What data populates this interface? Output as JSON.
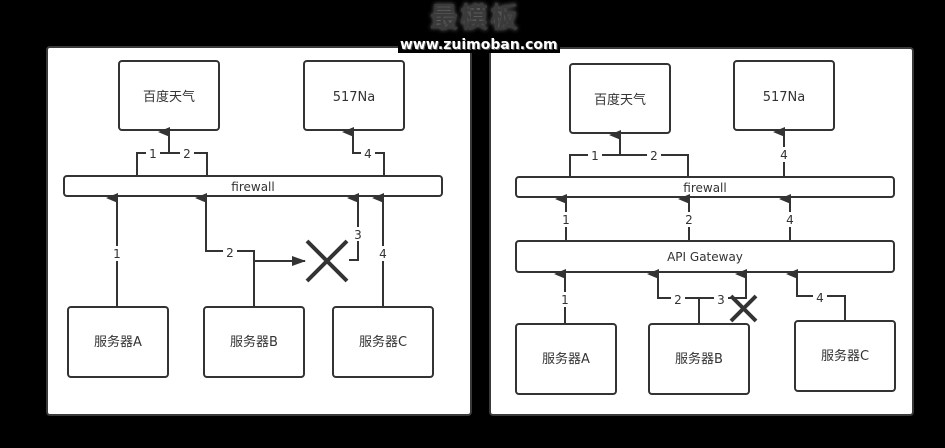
{
  "watermark": {
    "title": "最模板",
    "url": "www.zuimoban.com"
  },
  "left_diagram": {
    "targets": [
      "百度天气",
      "517Na"
    ],
    "firewall": "firewall",
    "servers": [
      "服务器A",
      "服务器B",
      "服务器C"
    ],
    "edge_labels": {
      "a_to_fw": "1",
      "b_to_fw": "2",
      "b_blocked": "3",
      "c_to_fw": "4",
      "fw_to_baidu_1": "1",
      "fw_to_baidu_2": "2",
      "fw_to_517": "4"
    }
  },
  "right_diagram": {
    "targets": [
      "百度天气",
      "517Na"
    ],
    "firewall": "firewall",
    "gateway": "API Gateway",
    "servers": [
      "服务器A",
      "服务器B",
      "服务器C"
    ],
    "edge_labels": {
      "a_to_gw": "1",
      "b_to_gw": "2",
      "b_blocked": "3",
      "c_to_gw": "4",
      "gw_to_fw_1": "1",
      "gw_to_fw_2": "2",
      "gw_to_fw_4": "4",
      "fw_to_baidu_1": "1",
      "fw_to_baidu_2": "2",
      "fw_to_517": "4"
    }
  },
  "colors": {
    "stroke": "#333333",
    "background": "#000000",
    "panel": "#ffffff"
  }
}
